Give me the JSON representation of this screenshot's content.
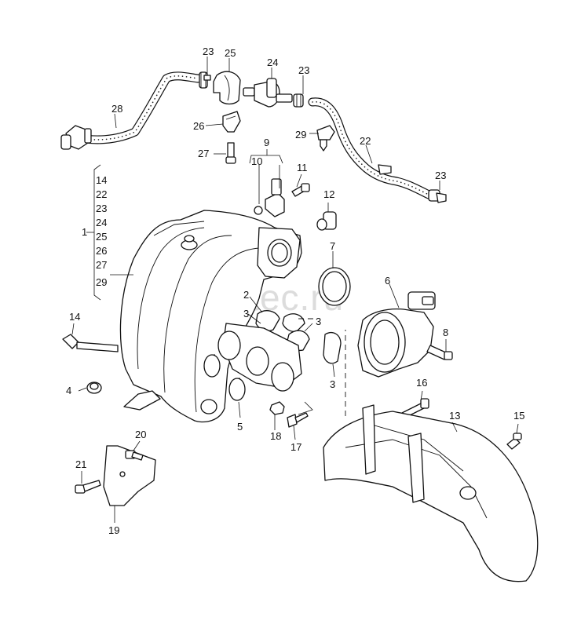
{
  "watermark": "vagtec.ru",
  "callouts": {
    "c1": "1",
    "c2": "2",
    "c3a": "3",
    "c3b": "3",
    "c3c": "3",
    "c4": "4",
    "c5": "5",
    "c6": "6",
    "c7": "7",
    "c8": "8",
    "c9": "9",
    "c10": "10",
    "c11": "11",
    "c12": "12",
    "c13": "13",
    "c14": "14",
    "c15": "15",
    "c16": "16",
    "c17": "17",
    "c18": "18",
    "c19": "19",
    "c20": "20",
    "c21": "21",
    "c22": "22",
    "c23a": "23",
    "c23b": "23",
    "c23c": "23",
    "c24": "24",
    "c25": "25",
    "c26": "26",
    "c27": "27",
    "c28": "28",
    "c29": "29"
  },
  "group_1_items": [
    "14",
    "22",
    "23",
    "24",
    "25",
    "26",
    "27",
    "29"
  ]
}
